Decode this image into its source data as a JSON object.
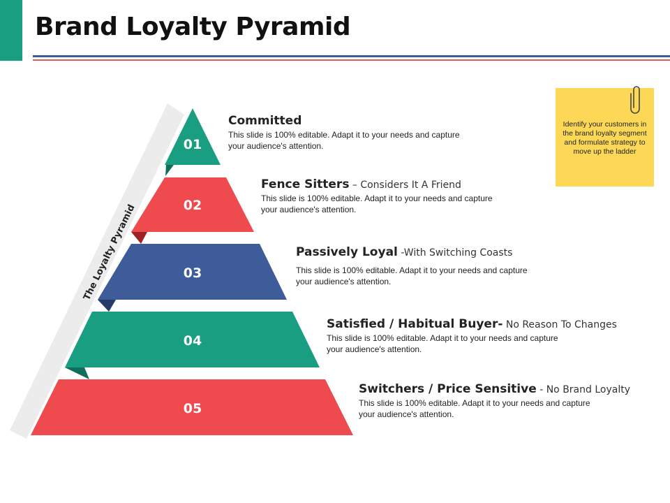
{
  "slide": {
    "title": "Brand Loyalty Pyramid"
  },
  "pyramid": {
    "side_label": "The Loyalty Pyramid",
    "levels": [
      {
        "number": "01",
        "title": "Committed",
        "subtitle": "",
        "description": "This slide is 100% editable. Adapt it to your needs and capture your audience's attention.",
        "color": "#1a9e82"
      },
      {
        "number": "02",
        "title": "Fence Sitters",
        "subtitle": " – Considers It A Friend",
        "description": "This slide is 100% editable. Adapt it to your needs and capture your audience's attention.",
        "color": "#ef4b4e"
      },
      {
        "number": "03",
        "title": "Passively Loyal",
        "subtitle": " -With Switching Coasts",
        "description": "This slide is 100% editable. Adapt it to your needs and capture your audience's attention.",
        "color": "#3e5c99"
      },
      {
        "number": "04",
        "title": "Satisfied / Habitual Buyer-",
        "subtitle": " No Reason To Changes",
        "description": "This slide is 100% editable. Adapt it to your needs and capture your audience's attention.",
        "color": "#1a9e82"
      },
      {
        "number": "05",
        "title": "Switchers / Price Sensitive",
        "subtitle": " - No Brand Loyalty",
        "description": "This slide is 100% editable. Adapt it to your needs and capture your audience's attention.",
        "color": "#ef4b4e"
      }
    ]
  },
  "note": {
    "text": "Identify your customers in the brand loyalty segment and formulate strategy to move up the ladder",
    "color": "#fcd856"
  },
  "icons": {
    "note_clip": "paperclip-icon"
  }
}
